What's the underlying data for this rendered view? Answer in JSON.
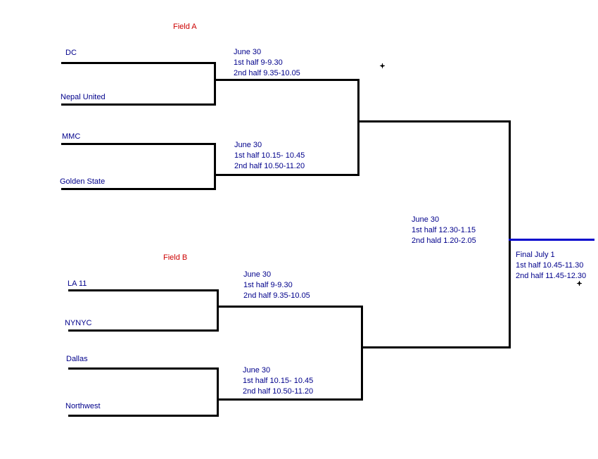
{
  "fields": {
    "a": "Field A",
    "b": "Field B"
  },
  "teams": {
    "dc": "DC",
    "nepal_united": "Nepal United",
    "mmc": "MMC",
    "golden_state": "Golden State",
    "la_11": "LA 11",
    "nynyc": "NYNYC",
    "dallas": "Dallas",
    "northwest": "Northwest"
  },
  "matches": {
    "qf1": {
      "date": "June 30",
      "first_half": "1st half 9-9.30",
      "second_half": "2nd half 9.35-10.05"
    },
    "qf2": {
      "date": "June 30",
      "first_half": "1st half 10.15- 10.45",
      "second_half": "2nd half 10.50-11.20"
    },
    "qf3": {
      "date": "June 30",
      "first_half": "1st half 9-9.30",
      "second_half": "2nd half 9.35-10.05"
    },
    "qf4": {
      "date": "June 30",
      "first_half": "1st half 10.15- 10.45",
      "second_half": "2nd half 10.50-11.20"
    },
    "semifinal": {
      "date": "June 30",
      "first_half": "1st half 12.30-1.15",
      "second_half": "2nd hald 1.20-2.05"
    },
    "final": {
      "date": "Final July 1",
      "first_half": "1st half 10.45-11.30",
      "second_half": "2nd half 11.45-12.30"
    }
  },
  "colors": {
    "team_text": "#00008B",
    "field_text": "#CC0000",
    "bracket_line": "#000000",
    "winner_line": "#0000CC"
  }
}
